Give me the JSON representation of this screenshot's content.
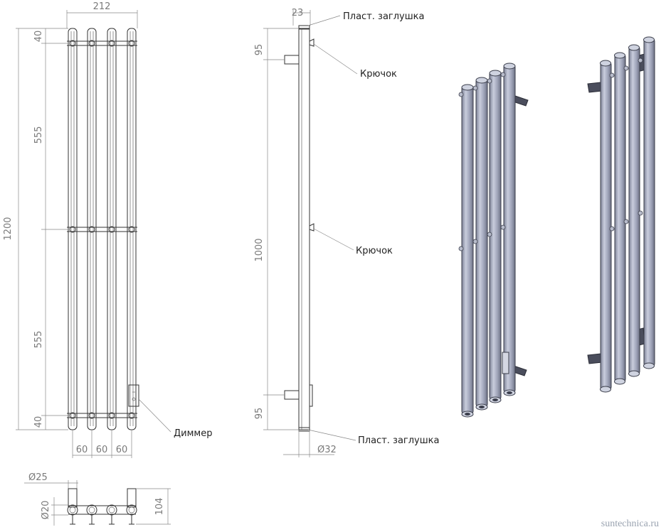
{
  "front_view": {
    "width_dim": "212",
    "height_dim": "1200",
    "top_gap_dim": "40",
    "upper_span_dim": "555",
    "lower_span_dim": "555",
    "bottom_gap_dim": "40",
    "spacing_dims": [
      "60",
      "60",
      "60"
    ],
    "dimmer_label": "Диммер"
  },
  "side_view": {
    "top_offset_dim": "23",
    "top_hook_dim": "95",
    "mount_span_dim": "1000",
    "bottom_hook_dim": "95",
    "diameter_dim": "Ø32",
    "top_cap_label": "Пласт. заглушка",
    "hook_label_upper": "Крючок",
    "hook_label_middle": "Крючок",
    "bottom_cap_label": "Пласт. заглушка"
  },
  "top_view": {
    "tube_diameter_dim": "Ø25",
    "collector_diameter_dim": "Ø20",
    "depth_dim": "104"
  },
  "watermark": "suntechnica.ru"
}
